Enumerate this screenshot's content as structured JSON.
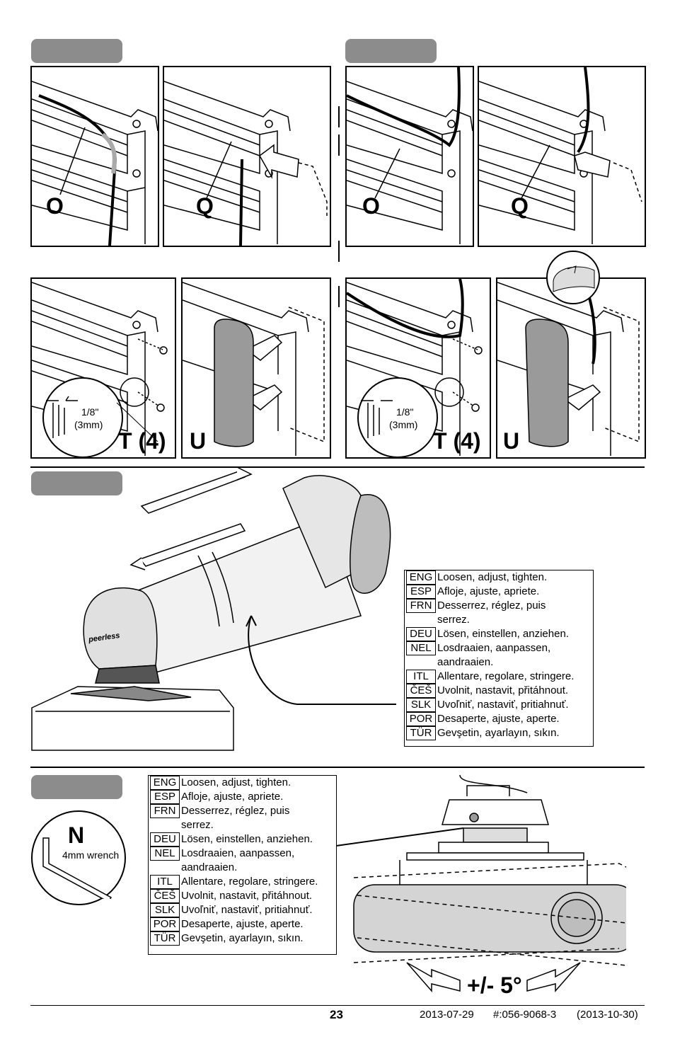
{
  "panels": {
    "top_left": [
      "O",
      "Q"
    ],
    "top_right": [
      "O",
      "Q"
    ],
    "mid_left": [
      "T (4)",
      "U"
    ],
    "mid_right": [
      "T (4)",
      "U"
    ]
  },
  "dims": {
    "fraction": "1/8\"",
    "metric": "(3mm)"
  },
  "brand": "peerless",
  "tool": {
    "letter": "N",
    "name": "4mm wrench"
  },
  "tilt": "+/- 5°",
  "languages": [
    {
      "code": "ENG",
      "lines": [
        "Loosen, adjust, tighten."
      ]
    },
    {
      "code": "ESP",
      "lines": [
        "Afloje, ajuste, apriete."
      ]
    },
    {
      "code": "FRN",
      "lines": [
        "Desserrez, réglez, puis",
        "serrez."
      ]
    },
    {
      "code": "DEU",
      "lines": [
        "Lösen, einstellen, anziehen."
      ]
    },
    {
      "code": "NEL",
      "lines": [
        "Losdraaien, aanpassen,",
        "aandraaien."
      ]
    },
    {
      "code": "ITL",
      "lines": [
        "Allentare, regolare, stringere."
      ]
    },
    {
      "code": "ČEŠ",
      "lines": [
        "Uvolnit, nastavit, přitáhnout."
      ]
    },
    {
      "code": "SLK",
      "lines": [
        "Uvoľniť, nastaviť, pritiahnuť."
      ]
    },
    {
      "code": "POR",
      "lines": [
        "Desaperte, ajuste, aperte."
      ]
    },
    {
      "code": "TÜR",
      "lines": [
        "Gevşetin, ayarlayın, sıkın."
      ]
    }
  ],
  "footer": {
    "page": "23",
    "date": "2013-07-29",
    "part": "#:056-9068-3",
    "rev": "(2013-10-30)"
  },
  "colors": {
    "tab_gray": "#8c8c8c",
    "shade": "#cfcfcf"
  }
}
